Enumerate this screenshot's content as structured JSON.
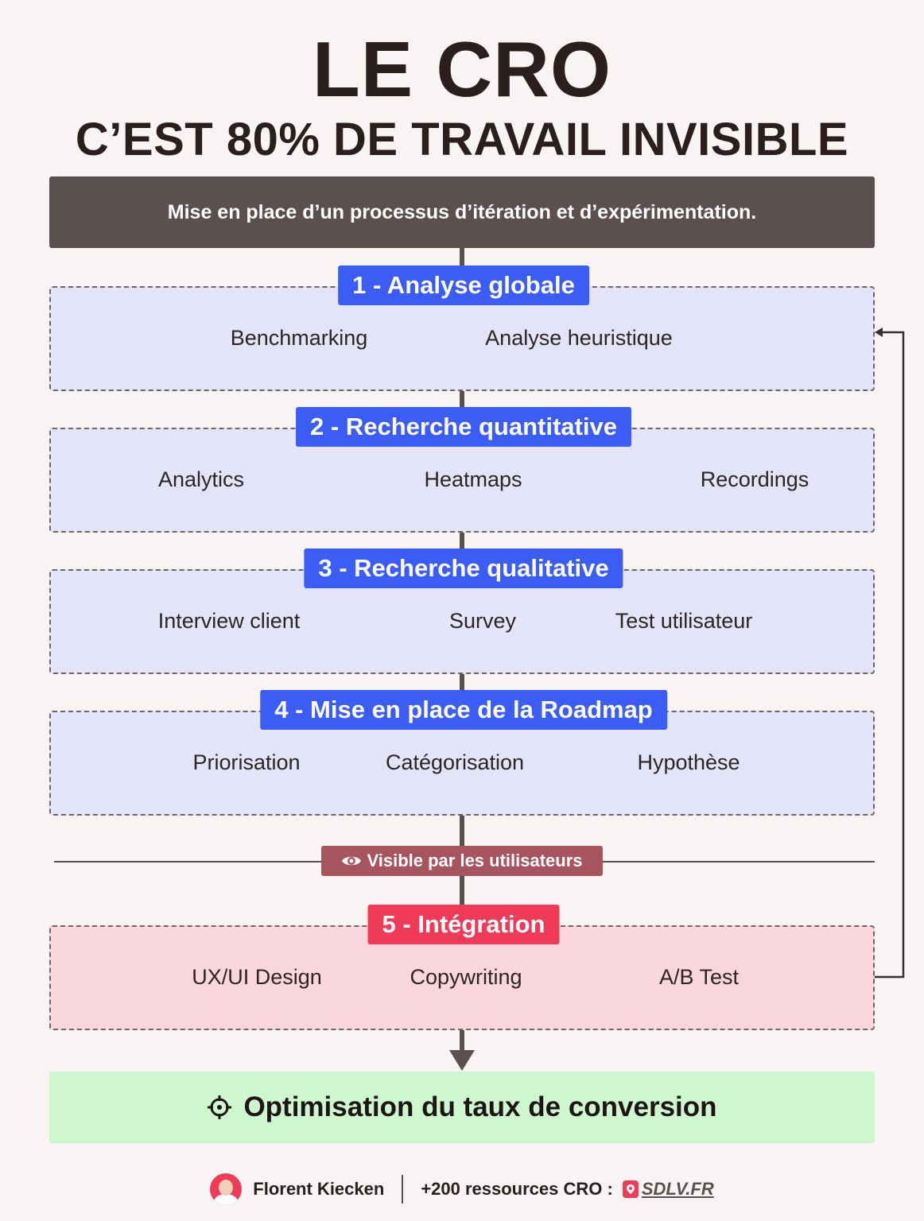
{
  "title": "LE CRO",
  "subtitle": "C’EST 80% DE TRAVAIL INVISIBLE",
  "process_banner": "Mise en place d’un processus d’itération et d’expérimentation.",
  "steps": [
    {
      "label": "1 - Analyse globale",
      "items": [
        "Benchmarking",
        "Analyse heuristique"
      ]
    },
    {
      "label": "2 - Recherche quantitative",
      "items": [
        "Analytics",
        "Heatmaps",
        "Recordings"
      ]
    },
    {
      "label": "3 - Recherche qualitative",
      "items": [
        "Interview client",
        "Survey",
        "Test utilisateur"
      ]
    },
    {
      "label": "4 - Mise en place de la Roadmap",
      "items": [
        "Priorisation",
        "Catégorisation",
        "Hypothèse"
      ]
    },
    {
      "label": "5 - Intégration",
      "items": [
        "UX/UI Design",
        "Copywriting",
        "A/B Test"
      ]
    }
  ],
  "visible_badge": {
    "icon": "eye-icon",
    "text": "Visible par les utilisateurs"
  },
  "goal": {
    "icon": "target-icon",
    "text": "Optimisation du taux de conversion"
  },
  "footer": {
    "author": "Florent Kiecken",
    "resources": "+200 ressources CRO :",
    "brand": "SDLV.FR"
  },
  "colors": {
    "step_label": "#3b5cf5",
    "step_label_final": "#ef3b57",
    "section_bg": "#e3e4f8",
    "section_bg_final": "#f8d6db",
    "goal_bg": "#cef7cf",
    "banner_bg": "#5c4f4f"
  }
}
